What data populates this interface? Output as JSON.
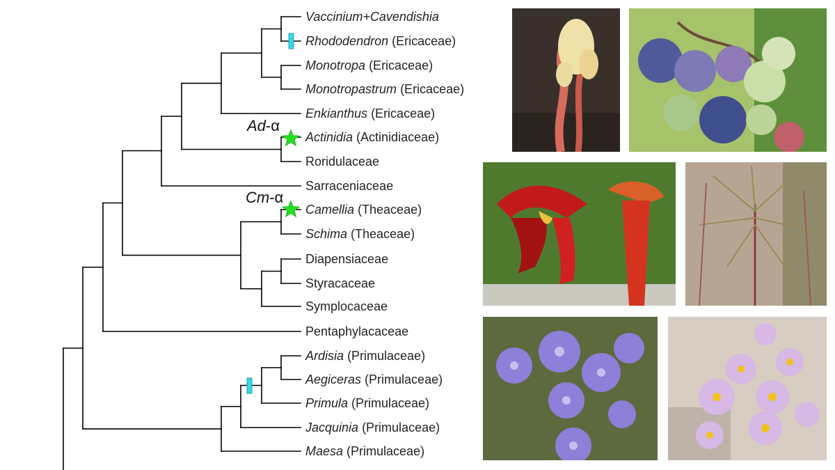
{
  "taxa": [
    {
      "genus": "Vaccinium+Cavendishia",
      "family": ""
    },
    {
      "genus": "Rhododendron",
      "family": "(Ericaceae)"
    },
    {
      "genus": "Monotropa",
      "family": "(Ericaceae)"
    },
    {
      "genus": "Monotropastrum",
      "family": "(Ericaceae)"
    },
    {
      "genus": "Enkianthus",
      "family": "(Ericaceae)"
    },
    {
      "genus": "Actinidia",
      "family": "(Actinidiaceae)"
    },
    {
      "genus": "",
      "family": "Roridulaceae"
    },
    {
      "genus": "",
      "family": "Sarraceniaceae"
    },
    {
      "genus": "Camellia",
      "family": "(Theaceae)"
    },
    {
      "genus": "Schima",
      "family": "(Theaceae)"
    },
    {
      "genus": "",
      "family": "Diapensiaceae"
    },
    {
      "genus": "",
      "family": "Styracaceae"
    },
    {
      "genus": "",
      "family": "Symplocaceae"
    },
    {
      "genus": "",
      "family": "Pentaphylacaceae"
    },
    {
      "genus": "Ardisia",
      "family": "(Primulaceae)"
    },
    {
      "genus": "Aegiceras",
      "family": "(Primulaceae)"
    },
    {
      "genus": "Primula",
      "family": "(Primulaceae)"
    },
    {
      "genus": "Jacquinia",
      "family": "(Primulaceae)"
    },
    {
      "genus": "Maesa",
      "family": "(Primulaceae)"
    }
  ],
  "wgd_events": [
    {
      "italic": "Ad",
      "suffix": "-α"
    },
    {
      "italic": "Cm",
      "suffix": "-α"
    }
  ],
  "colors": {
    "branch": "#000000",
    "star": "#22dd22",
    "marker": "#33d8e6"
  },
  "photos": [
    {
      "subject": "monotropa-flower"
    },
    {
      "subject": "blueberries"
    },
    {
      "subject": "pitcher-plant"
    },
    {
      "subject": "roridula-plant"
    },
    {
      "subject": "phlox-flowers"
    },
    {
      "subject": "primula-flowers"
    }
  ]
}
